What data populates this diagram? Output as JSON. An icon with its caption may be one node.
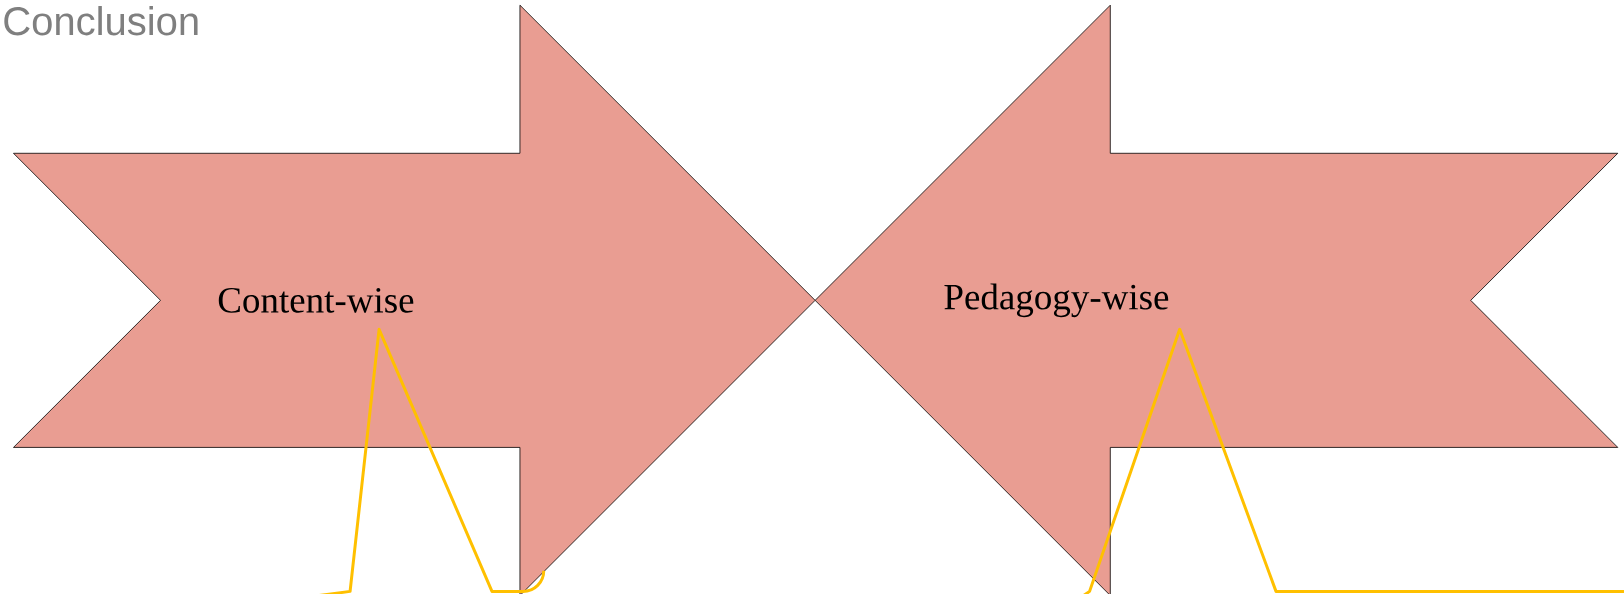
{
  "diagram": {
    "title": "Conclusion",
    "nodes": [
      {
        "text": [
          "Content-wise"
        ]
      },
      {
        "text": [
          "Pedagogy-wise"
        ]
      },
      {
        "text": [],
        "shape": "callout"
      },
      {
        "text": [],
        "shape": "callout"
      }
    ]
  }
}
